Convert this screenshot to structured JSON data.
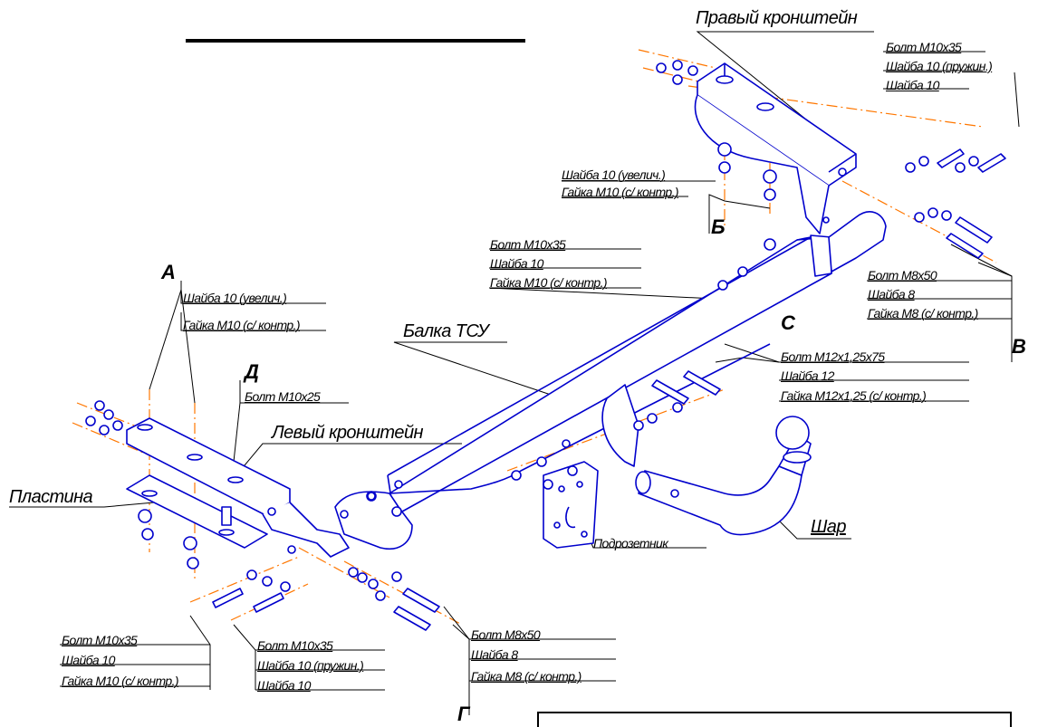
{
  "parts": {
    "right_bracket": "Правый кронштейн",
    "left_bracket": "Левый кронштейн",
    "plate": "Пластина",
    "beam": "Балка ТСУ",
    "socket_holder": "Подрозетник",
    "ball": "Шар"
  },
  "letters": {
    "a": "А",
    "b": "Б",
    "v": "В",
    "g": "Г",
    "d": "Д",
    "c": "С"
  },
  "fasteners": {
    "top_right": [
      "Болт М10х35",
      "Шайба 10 (пружин.)",
      "Шайба 10"
    ],
    "b_group": [
      "Шайба 10 (увелич.)",
      "Гайка М10 (с/ контр.)"
    ],
    "beam_top": [
      "Болт М10х35",
      "Шайба 10",
      "Гайка М10 (с/ контр.)"
    ],
    "v_group": [
      "Болт М8х50",
      "Шайба 8",
      "Гайка М8 (с/ контр.)"
    ],
    "a_group": [
      "Шайба 10 (увелич.)",
      "Гайка М10 (с/ контр.)"
    ],
    "d_group": [
      "Болт М10х25"
    ],
    "c_group": [
      "Болт М12х1,25х75",
      "Шайба 12",
      "Гайка М12х1,25 (с/ контр.)"
    ],
    "bottom_left": [
      "Болт М10х35",
      "Шайба 10",
      "Гайка М10 (с/ контр.)"
    ],
    "bottom_mid": [
      "Болт М10х35",
      "Шайба 10 (пружин.)",
      "Шайба 10"
    ],
    "bottom_right": [
      "Болт М8х50",
      "Шайба 8",
      "Гайка М8 (с/ контр.)"
    ]
  },
  "colors": {
    "parts": "#0000cc",
    "axes": "#ff7700",
    "leaders": "#000000"
  }
}
